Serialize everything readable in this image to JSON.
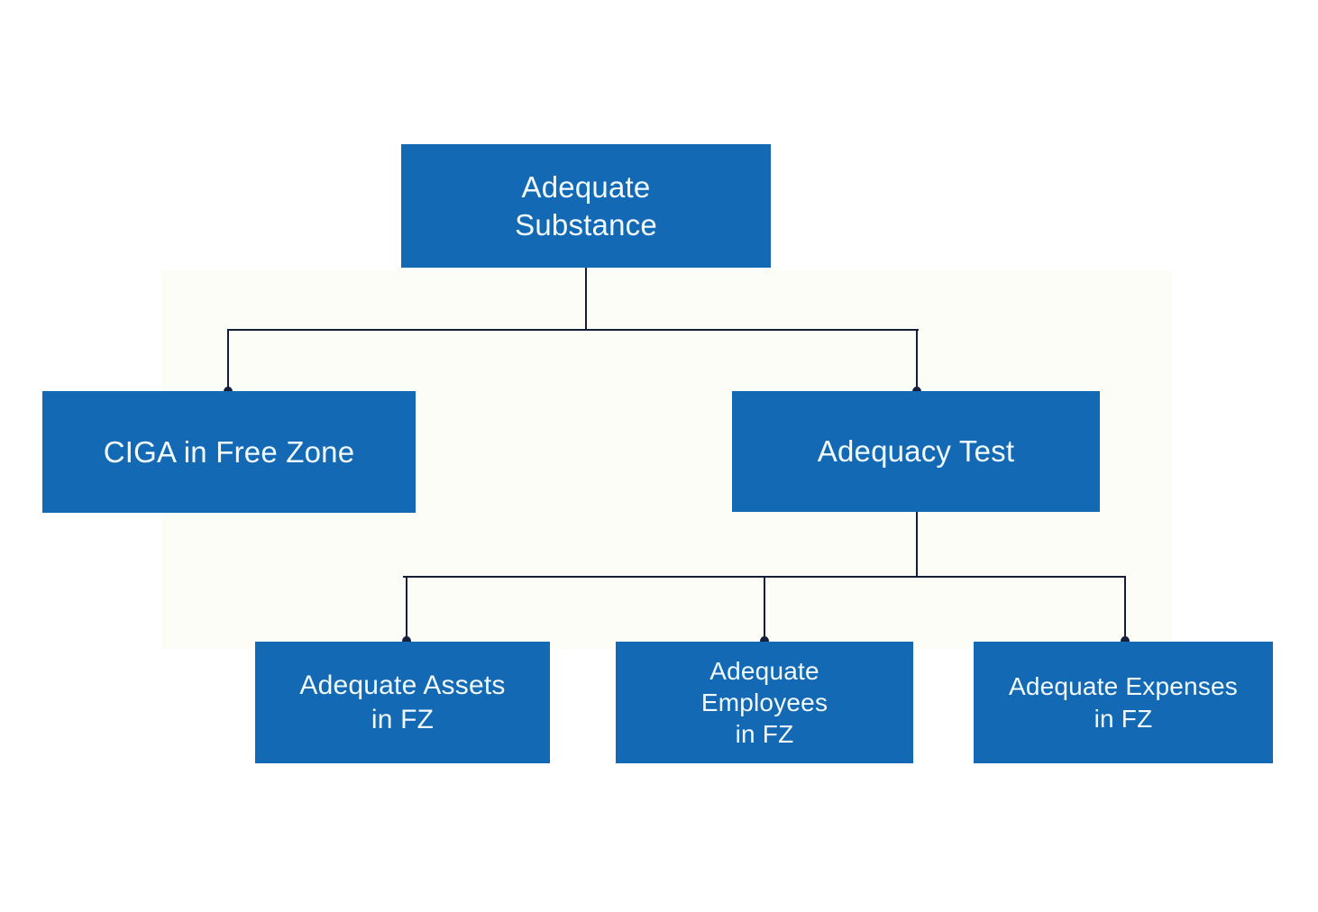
{
  "diagram": {
    "type": "tree",
    "title": "Adequate Substance",
    "colors": {
      "node_fill": "#1469b4",
      "node_text": "#f2fbff",
      "connector": "#141e37",
      "connector_dot": "#15203d",
      "background": "#ffffff"
    },
    "nodes": [
      {
        "id": "root",
        "label": "Adequate\nSubstance",
        "level": 1,
        "parent": null
      },
      {
        "id": "ciga",
        "label": "CIGA in Free Zone",
        "level": 2,
        "parent": "root"
      },
      {
        "id": "adequacy",
        "label": "Adequacy Test",
        "level": 2,
        "parent": "root"
      },
      {
        "id": "assets",
        "label": "Adequate Assets\nin FZ",
        "level": 3,
        "parent": "adequacy"
      },
      {
        "id": "employees",
        "label": "Adequate\nEmployees\nin FZ",
        "level": 3,
        "parent": "adequacy"
      },
      {
        "id": "expenses",
        "label": "Adequate Expenses\nin FZ",
        "level": 3,
        "parent": "adequacy"
      }
    ],
    "edges": [
      {
        "from": "root",
        "to": "ciga"
      },
      {
        "from": "root",
        "to": "adequacy"
      },
      {
        "from": "adequacy",
        "to": "assets"
      },
      {
        "from": "adequacy",
        "to": "employees"
      },
      {
        "from": "adequacy",
        "to": "expenses"
      }
    ]
  }
}
